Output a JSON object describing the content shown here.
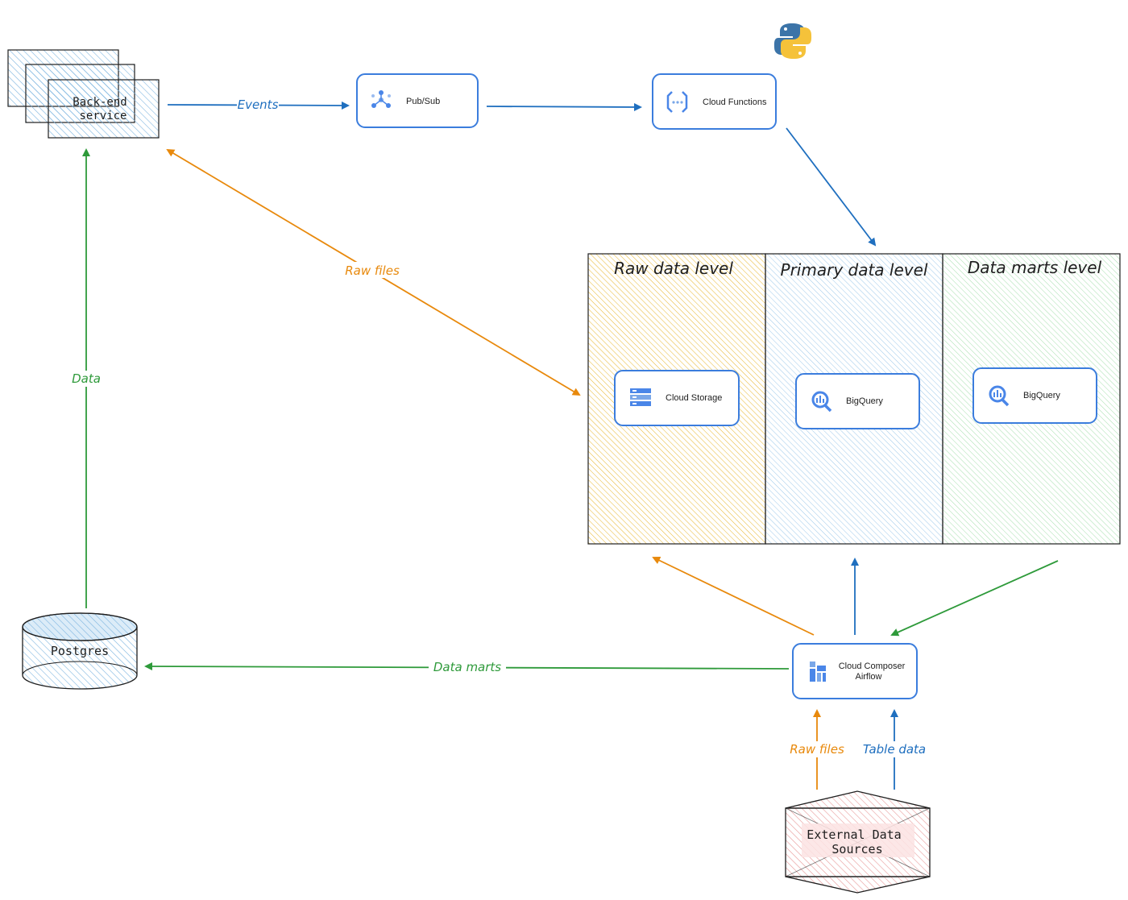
{
  "nodes": {
    "backend": {
      "label_line1": "Back-end",
      "label_line2": "service"
    },
    "pubsub": {
      "label": "Pub/Sub",
      "icon": "pubsub-icon"
    },
    "cloud_functions": {
      "label": "Cloud Functions",
      "icon": "cloud-functions-icon"
    },
    "python": {
      "icon": "python-logo-icon"
    },
    "postgres": {
      "label": "Postgres"
    },
    "composer": {
      "label_line1": "Cloud Composer",
      "label_line2": "Airflow",
      "icon": "cloud-composer-icon"
    },
    "external": {
      "label_line1": "External Data",
      "label_line2": "Sources"
    }
  },
  "levels": {
    "raw": {
      "title": "Raw data level",
      "service": "Cloud Storage",
      "icon": "cloud-storage-icon",
      "color": "#e8b62c"
    },
    "primary": {
      "title": "Primary data level",
      "service": "BigQuery",
      "icon": "bigquery-icon",
      "color": "#7fb6e0"
    },
    "marts": {
      "title": "Data marts level",
      "service": "BigQuery",
      "icon": "bigquery-icon",
      "color": "#8fd49a"
    }
  },
  "edges": {
    "events": "Events",
    "raw_files_top": "Raw files",
    "data": "Data",
    "data_marts": "Data marts",
    "raw_files_bottom": "Raw files",
    "table_data": "Table data"
  },
  "colors": {
    "blue": "#1f6fbf",
    "orange": "#e8890c",
    "green": "#2e9a3a",
    "card_border": "#3b7ddd",
    "black": "#1e1e1e"
  }
}
